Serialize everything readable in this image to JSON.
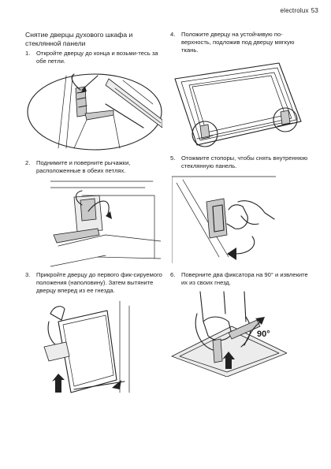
{
  "header": {
    "brand": "electrolux",
    "page": "53"
  },
  "section": {
    "title": "Снятие дверцы духового шкафа и стеклянной панели"
  },
  "steps": [
    {
      "num": "1.",
      "text": "Откройте дверцу до конца и возьми-тесь за обе петли."
    },
    {
      "num": "2.",
      "text": "Поднимите и поверните рычажки, расположенные в обеих петлях."
    },
    {
      "num": "3.",
      "text": "Прикройте дверцу до первого фик-сируемого положения (наполовину). Затем вытяните дверцу вперед из ее гнезда."
    },
    {
      "num": "4.",
      "text": "Положите дверцу на устойчивую по-верхность, подложив под дверцу мягкую ткань."
    },
    {
      "num": "5.",
      "text": "Отожмите стопоры, чтобы снять внутреннюю стеклянную панель."
    },
    {
      "num": "6.",
      "text": "Поверните два фиксатора на 90° и извлеките их из своих гнезд."
    }
  ],
  "figures": {
    "angle_label": "90°"
  }
}
